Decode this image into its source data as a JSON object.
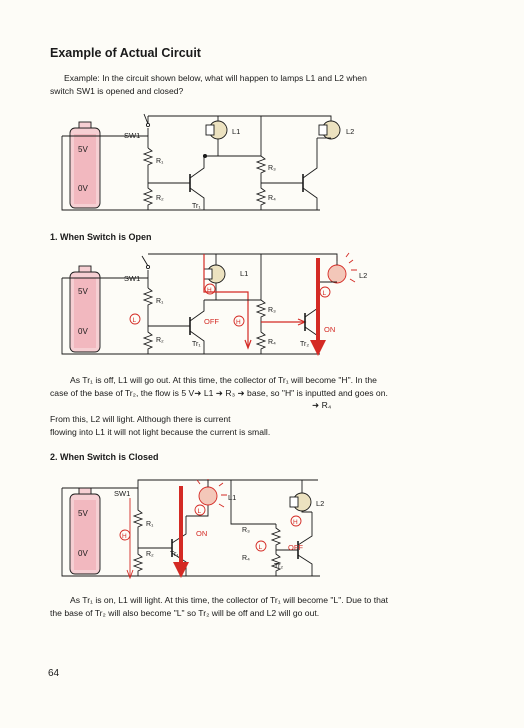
{
  "page": {
    "title": "Example of Actual Circuit",
    "intro_line1": "Example:  In the circuit shown below, what will happen to  lamps L1 and L2 when",
    "intro_line2": "switch SW1 is opened and  closed?",
    "page_number": "64"
  },
  "section_open": {
    "heading": "1.  When Switch is Open",
    "p1_line1": "As Tr₁ is off, L1 will go out.  At this time, the collector of Tr₁ will become \"H\".  In the",
    "p1_line2": "case of the base of Tr₂, the flow is 5 V➜ L1 ➜ R₃ ➜ base, so \"H\" is inputted and goes on.",
    "p1_line3": "➜ R₄",
    "p2_line1": "From this, L2 will light.  Although there is current",
    "p2_line2": "flowing into L1 it will not light because the current is small."
  },
  "section_closed": {
    "heading": "2.  When Switch is Closed",
    "p_line1": "As Tr₁ is on, L1 will light.  At this time, the collector of Tr₁ will become \"L\".  Due to that",
    "p_line2": "the base of Tr₂ will also become \"L\" so Tr₂ will be off and L2 will go out."
  },
  "diagram_labels": {
    "battery_top": "5V",
    "battery_bottom": "0V",
    "switch": "SW1",
    "r1": "R₁",
    "r2": "R₂",
    "r3": "R₃",
    "r4": "R₄",
    "tr1": "Tr₁",
    "tr2": "Tr₂",
    "lamp1": "L1",
    "lamp2": "L2",
    "state_off": "OFF",
    "state_on": "ON",
    "high": "H",
    "low": "L"
  },
  "colors": {
    "accent_red": "#d42a24",
    "battery_fill": "#f6cfd3",
    "lamp_fill": "#ece2c0",
    "glow": "#e23b33"
  }
}
